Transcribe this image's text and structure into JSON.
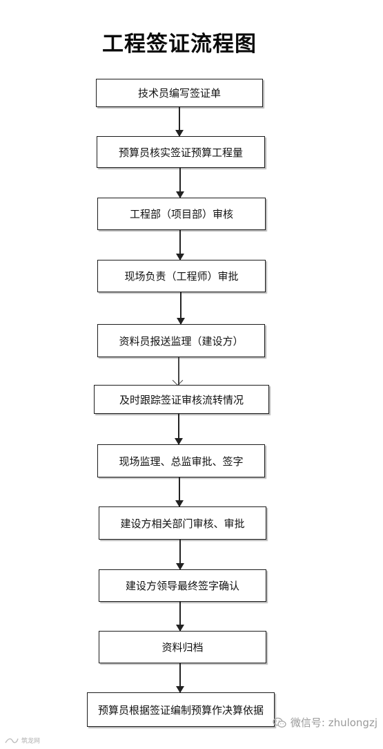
{
  "title": "工程签证流程图",
  "steps": [
    "技术员编写签证单",
    "预算员核实签证预算工程量",
    "工程部（项目部）审核",
    "现场负责（工程师）审批",
    "资料员报送监理（建设方）",
    "及时跟踪签证审核流转情况",
    "现场监理、总监审批、签字",
    "建设方相关部门审核、审批",
    "建设方领导最终签字确认",
    "资料归档",
    "预算员根据签证编制预算作决算依据"
  ],
  "watermark": {
    "wechat": "微信号: zhulongzj",
    "logo_text": "筑龙网"
  }
}
